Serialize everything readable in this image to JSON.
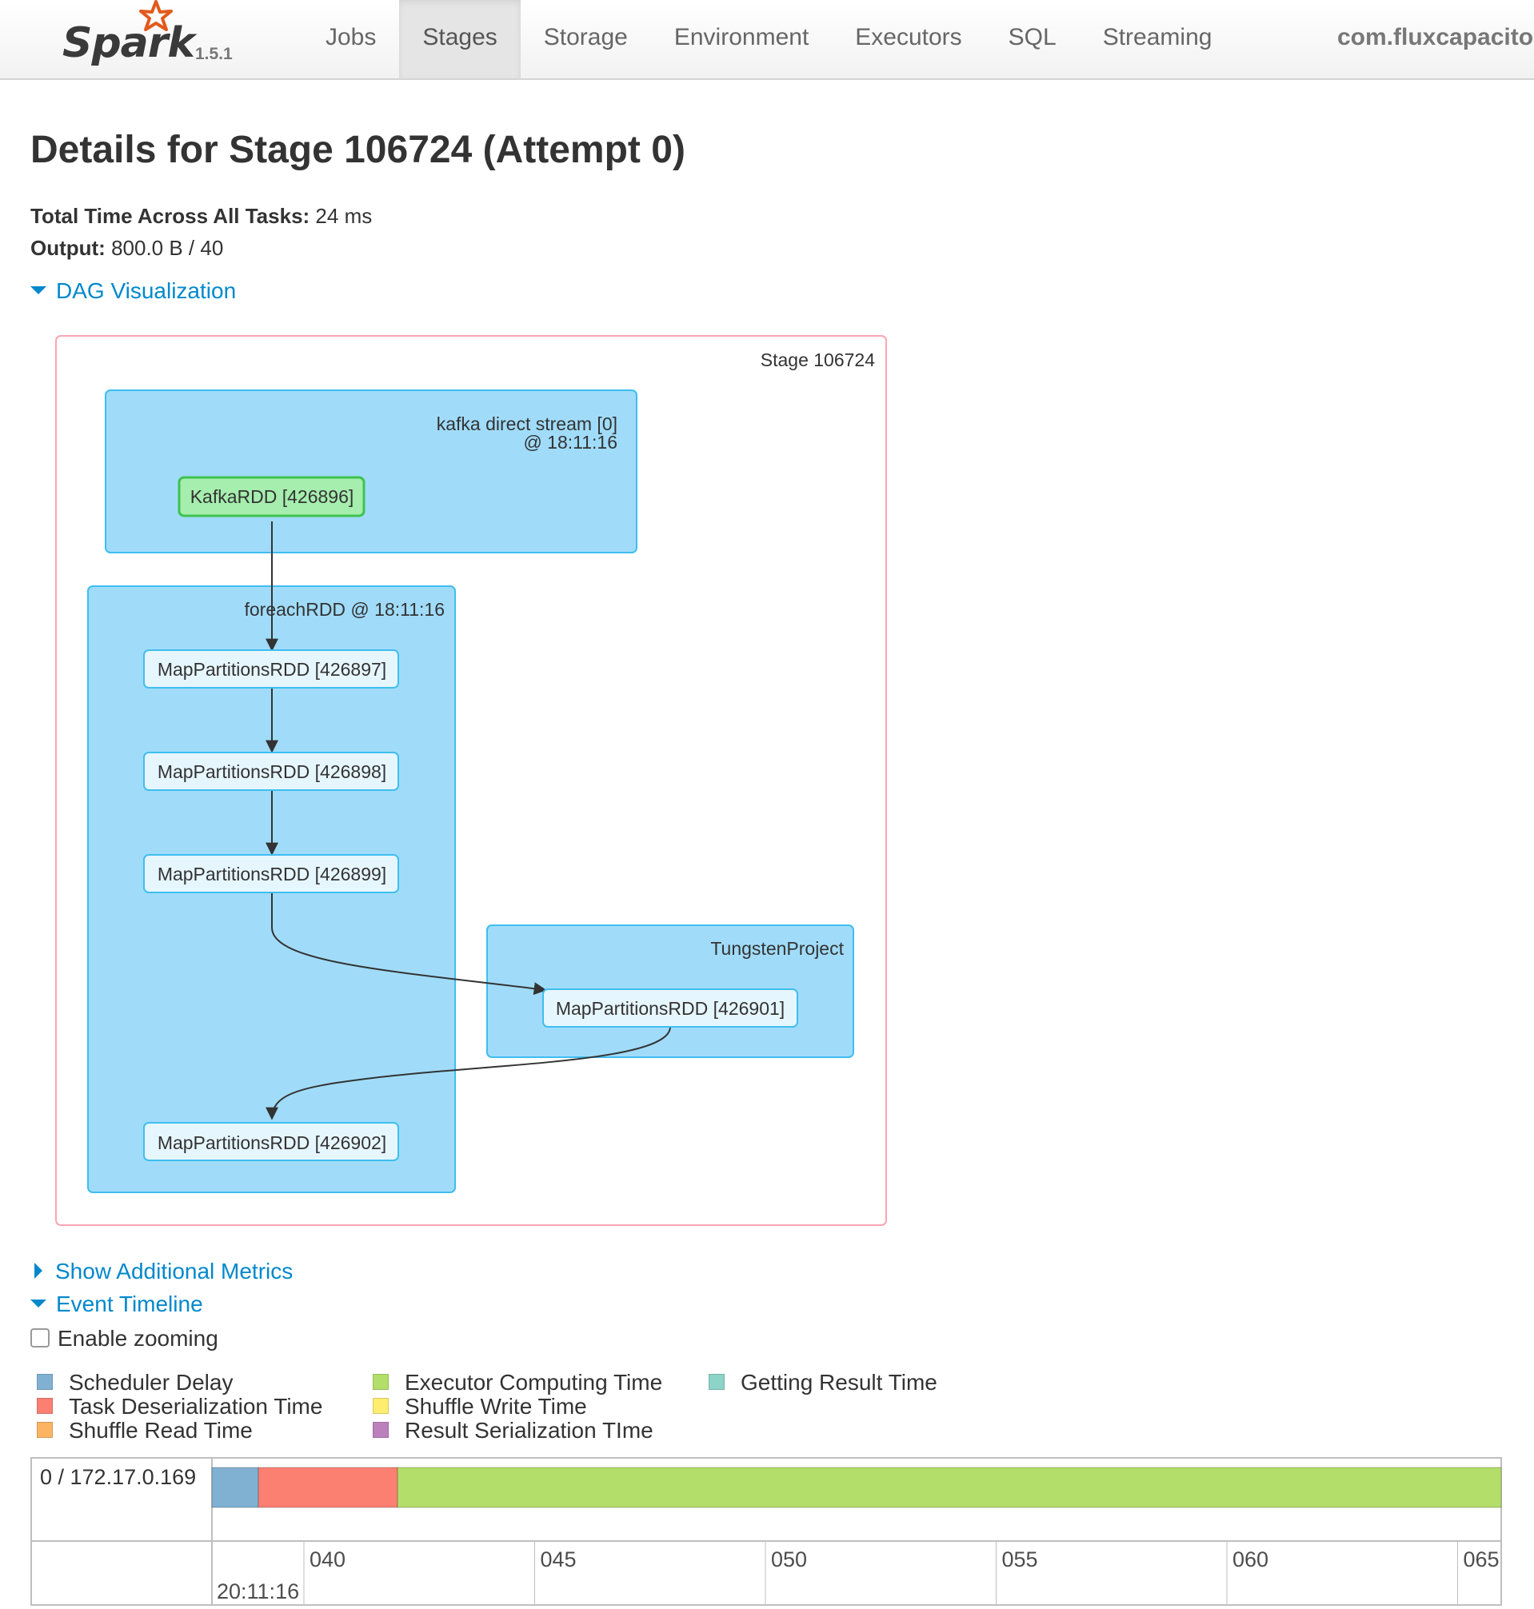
{
  "navbar": {
    "brand": "Spark",
    "version": "1.5.1",
    "tabs": [
      {
        "label": "Jobs",
        "active": false
      },
      {
        "label": "Stages",
        "active": true
      },
      {
        "label": "Storage",
        "active": false
      },
      {
        "label": "Environment",
        "active": false
      },
      {
        "label": "Executors",
        "active": false
      },
      {
        "label": "SQL",
        "active": false
      },
      {
        "label": "Streaming",
        "active": false
      }
    ],
    "app_name": "com.fluxcapacito"
  },
  "page": {
    "title": "Details for Stage 106724 (Attempt 0)",
    "total_time_label": "Total Time Across All Tasks:",
    "total_time_value": "24 ms",
    "output_label": "Output:",
    "output_value": "800.0 B / 40"
  },
  "dag": {
    "toggle_label": "DAG Visualization",
    "stage_label": "Stage 106724",
    "clusters": {
      "kafka_line1": "kafka direct stream [0]",
      "kafka_line2": "@ 18:11:16",
      "foreach": "foreachRDD @ 18:11:16",
      "tungsten": "TungstenProject"
    },
    "nodes": {
      "kafka": "KafkaRDD [426896]",
      "mp897": "MapPartitionsRDD [426897]",
      "mp898": "MapPartitionsRDD [426898]",
      "mp899": "MapPartitionsRDD [426899]",
      "mp901": "MapPartitionsRDD [426901]",
      "mp902": "MapPartitionsRDD [426902]"
    },
    "colors": {
      "stage_border": "#f9a5b3",
      "cluster_fill": "#a0dcfa",
      "cluster_border": "#3ebef0",
      "node_fill": "#e6f6fe",
      "cached_fill": "#a6eeae",
      "cached_border": "#3fc24f"
    }
  },
  "metrics_toggle_label": "Show Additional Metrics",
  "timeline": {
    "toggle_label": "Event Timeline",
    "zoom_label": "Enable zooming",
    "zoom_enabled": false,
    "legend": [
      {
        "label": "Scheduler Delay",
        "color": "#80b1d3"
      },
      {
        "label": "Task Deserialization Time",
        "color": "#fb8072"
      },
      {
        "label": "Shuffle Read Time",
        "color": "#fdb462"
      },
      {
        "label": "Executor Computing Time",
        "color": "#b3de69"
      },
      {
        "label": "Shuffle Write Time",
        "color": "#ffed6f"
      },
      {
        "label": "Result Serialization TIme",
        "color": "#bc80bd"
      },
      {
        "label": "Getting Result Time",
        "color": "#8dd3c7"
      }
    ],
    "executor_label": "0 / 172.17.0.169",
    "task_segments": [
      {
        "name": "Scheduler Delay",
        "color": "#80b1d3",
        "fraction": 0.036
      },
      {
        "name": "Task Deserialization Time",
        "color": "#fb8072",
        "fraction": 0.108
      },
      {
        "name": "Executor Computing Time",
        "color": "#b3de69",
        "fraction": 0.856
      }
    ],
    "axis_ticks": [
      "040",
      "045",
      "050",
      "055",
      "060",
      "065"
    ],
    "axis_date_label": "20:11:16"
  }
}
